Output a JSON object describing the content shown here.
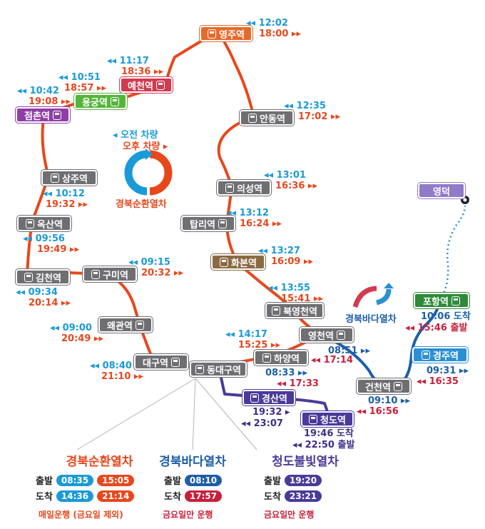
{
  "legend_top": {
    "am_label": "오전 차량",
    "pm_label": "오후 차량",
    "circle_label": "경북순환열차"
  },
  "sea_label": "경북바다열차",
  "stations": {
    "yeongju": {
      "name": "영주역",
      "am": "12:02",
      "pm": "18:00"
    },
    "yecheon": {
      "name": "예천역",
      "am": "11:17",
      "pm": "18:36"
    },
    "yonggung": {
      "name": "용궁역",
      "am": "10:51",
      "pm": "18:57"
    },
    "jeomchon": {
      "name": "점촌역",
      "am": "10:42",
      "pm": "19:08"
    },
    "sangju": {
      "name": "상주역",
      "am": "10:12",
      "pm": "19:32"
    },
    "oksan": {
      "name": "옥산역",
      "am": "09:56",
      "pm": "19:49"
    },
    "gimcheon": {
      "name": "김천역",
      "am": "09:34",
      "pm": "20:14"
    },
    "gumi": {
      "name": "구미역",
      "am": "09:15",
      "pm": "20:32"
    },
    "waegwan": {
      "name": "왜관역",
      "am": "09:00",
      "pm": "20:49"
    },
    "daegu": {
      "name": "대구역",
      "am": "08:40",
      "pm": "21:10"
    },
    "dongdaegu": {
      "name": "동대구역"
    },
    "andong": {
      "name": "안동역",
      "am": "12:35",
      "pm": "17:02"
    },
    "uiseong": {
      "name": "의성역",
      "am": "13:01",
      "pm": "16:36"
    },
    "tamni": {
      "name": "탑리역",
      "am": "13:12",
      "pm": "16:24"
    },
    "hwabon": {
      "name": "화본역",
      "am": "13:27",
      "pm": "16:09"
    },
    "bugyeongcheon": {
      "name": "북영천역",
      "am": "13:55",
      "pm": "15:41"
    },
    "yeongcheon": {
      "name": "영천역",
      "am": "14:17",
      "pm": "15:25",
      "sea": "08:51"
    },
    "hayang": {
      "name": "하양역",
      "pm": "17:14",
      "sea": "08:33",
      "sea2": "17:33"
    },
    "gyeongsan": {
      "name": "경산역",
      "v1": "19:32",
      "v2": "23:07"
    },
    "cheongdo": {
      "name": "청도역",
      "arr": "19:46 도착",
      "dep": "22:50 출발"
    },
    "geoncheon": {
      "name": "건천역",
      "b": "09:10",
      "r": "16:56"
    },
    "gyeongju": {
      "name": "경주역",
      "b": "09:31",
      "r": "16:35"
    },
    "pohang": {
      "name": "포항역",
      "b": "10:06 도착",
      "r": "15:46 출발"
    },
    "yeongdeok": {
      "name": "영덕"
    }
  },
  "legend_bottom": [
    {
      "title": "경북순환열차",
      "dep_label": "출발",
      "dep": [
        "08:35",
        "15:05"
      ],
      "arr_label": "도착",
      "arr": [
        "14:36",
        "21:14"
      ],
      "note": "매일운행 (금요일 제외)"
    },
    {
      "title": "경북바다열차",
      "dep_label": "출발",
      "dep": [
        "08:10"
      ],
      "arr_label": "도착",
      "arr": [
        "17:57"
      ],
      "note": "금요일만 운행"
    },
    {
      "title": "청도불빛열차",
      "dep_label": "출발",
      "dep": [
        "19:20"
      ],
      "arr_label": "도착",
      "arr": [
        "23:21"
      ],
      "note": "금요일만 운행"
    }
  ],
  "colors": {
    "loop": "#e8471c",
    "sea": "#1d5ea8",
    "night": "#4b3a9a",
    "am": "#1a9ad8",
    "pm": "#e8471c"
  }
}
